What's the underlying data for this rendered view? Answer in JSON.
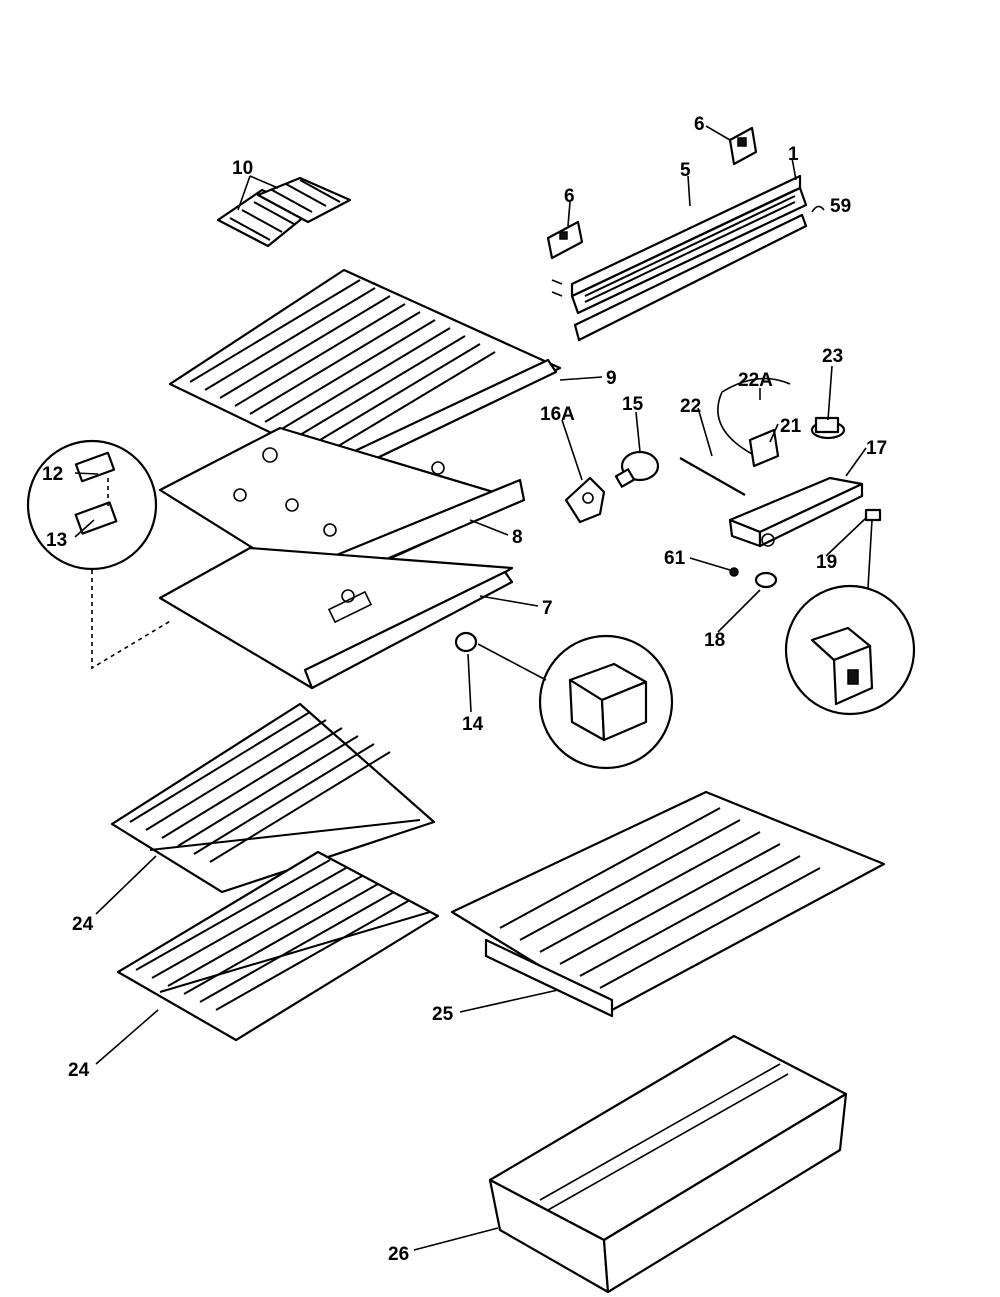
{
  "callouts": {
    "c1": "1",
    "c5": "5",
    "c6a": "6",
    "c6b": "6",
    "c59": "59",
    "c10": "10",
    "c9": "9",
    "c8": "8",
    "c7": "7",
    "c12": "12",
    "c13": "13",
    "c14": "14",
    "c15": "15",
    "c16a": "16A",
    "c17": "17",
    "c18": "18",
    "c19": "19",
    "c21": "21",
    "c22": "22",
    "c22a": "22A",
    "c23": "23",
    "c61": "61",
    "c24a": "24",
    "c24b": "24",
    "c25": "25",
    "c26": "26"
  }
}
